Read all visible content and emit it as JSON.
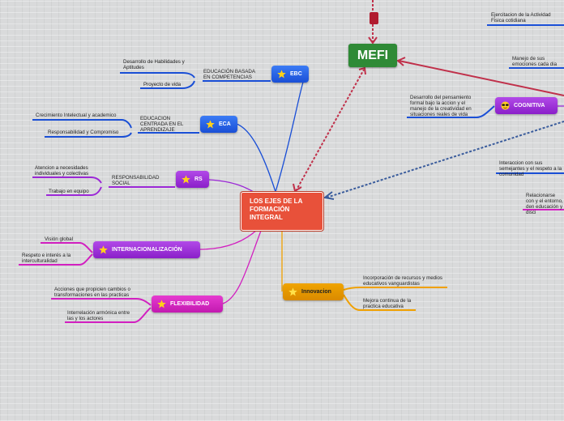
{
  "central": {
    "title": "LOS EJES DE LA FORMACIÓN INTEGRAL"
  },
  "mefi": {
    "title": "MEFI"
  },
  "nodes": {
    "ebc": "EBC",
    "eca": "ECA",
    "rs": "RS",
    "internacionalizacion": "INTERNACIONALIZACIÓN",
    "flexibilidad": "FLEXIBILIDAD",
    "innovacion": "Innovacion",
    "cognitiva": "COGNITIVA"
  },
  "labels": {
    "ebc_desc": "EDUCACIÓN BASADA EN COMPETENCIAS",
    "ebc_1": "Desarrollo de Habilidades y Aptitudes",
    "ebc_2": "Proyecto de vida",
    "eca_desc": "EDUCACION CENTRADA EN EL APRENDIZAJE",
    "eca_1": "Crecimiento Intelectual y academico",
    "eca_2": "Responsabilidad y Compromiso",
    "rs_desc": "RESPONSABILIDAD SOCIAL",
    "rs_1": "Atencion a necesidades individuales y colectivas",
    "rs_2": "Trabajo en equipo",
    "int_1": "Visión global",
    "int_2": "Respeto e interés a la interculturalidad",
    "flex_1": "Acciones que propicien cambios o transformaciones en las practicas",
    "flex_2": "Interrelación armónica entre las y los actores",
    "inn_1": "Incorporación de recursos y medios educativos vanguardistas",
    "inn_2": "Mejora continua de la practica educativa",
    "cog_1": "Desarrollo del pensamiento formal bajo la accion y el manejo de la creatividad en situaciones reales de vida",
    "right_1": "Ejercitacion de la Actividad Fisica cotidiana",
    "right_2": "Manejo de sus emociones cada dia",
    "right_3": "Interaccion con sus semejantes y el respeto a la comunidad",
    "right_4": "Relacionarse con y el entorno, den educación y disci"
  },
  "colors": {
    "blue": "#1a4fd6",
    "purple": "#9b27d6",
    "magenta": "#d21fc0",
    "orange": "#f0a000",
    "red": "#c0304a",
    "steel": "#3a5c9c"
  }
}
